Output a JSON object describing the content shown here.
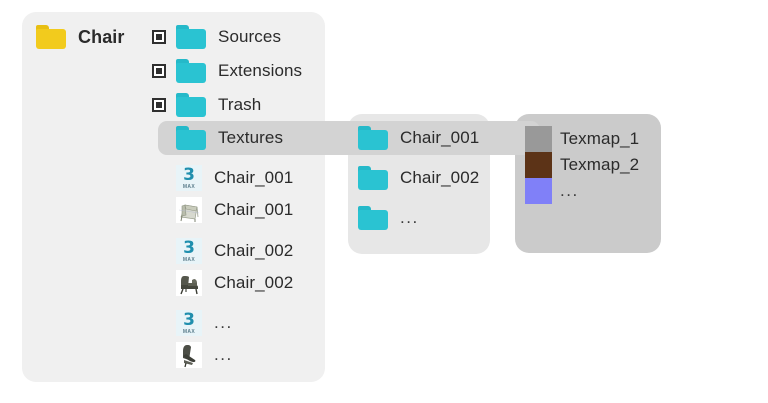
{
  "root": {
    "label": "Chair",
    "icon": "folder-yellow-icon"
  },
  "panels": {
    "sources": {
      "tree_items": [
        {
          "label": "Sources",
          "icon": "folder-teal-icon",
          "marker": "expand-box-icon"
        },
        {
          "label": "Extensions",
          "icon": "folder-teal-icon",
          "marker": "expand-box-icon"
        },
        {
          "label": "Trash",
          "icon": "folder-teal-icon",
          "marker": "expand-box-icon"
        },
        {
          "label": "Textures",
          "icon": "folder-teal-icon",
          "marker": "",
          "selected": true
        }
      ],
      "files": [
        {
          "label": "Chair_001",
          "icon": "3dsmax-file-icon"
        },
        {
          "label": "Chair_001",
          "icon": "chair-render-thumbnail"
        },
        {
          "label": "Chair_002",
          "icon": "3dsmax-file-icon"
        },
        {
          "label": "Chair_002",
          "icon": "chair-render-thumbnail"
        },
        {
          "label": "...",
          "icon": "3dsmax-file-icon"
        },
        {
          "label": "...",
          "icon": "chair-render-thumbnail"
        }
      ]
    },
    "textures": {
      "items": [
        {
          "label": "Chair_001",
          "icon": "folder-teal-icon",
          "selected": true
        },
        {
          "label": "Chair_002",
          "icon": "folder-teal-icon"
        },
        {
          "label": "...",
          "icon": "folder-teal-icon"
        }
      ]
    },
    "texmaps": {
      "items": [
        {
          "label": "Texmap_1",
          "icon": "texture-swatch",
          "color": "#999999"
        },
        {
          "label": "Texmap_2",
          "icon": "texture-swatch",
          "color": "#5c3317"
        },
        {
          "label": "...",
          "icon": "texture-swatch",
          "color": "#8080f8"
        }
      ]
    }
  },
  "colors": {
    "folder_teal": "#2ac3d2",
    "folder_yellow": "#f2cb1d",
    "panel_light": "#f0f0f0",
    "panel_mid": "#e7e7e7",
    "panel_dark": "#cbcbcb",
    "highlight": "#d3d3d3",
    "text": "#2b2b2b"
  },
  "max_icon": {
    "digit": "3",
    "suffix": "MAX"
  }
}
